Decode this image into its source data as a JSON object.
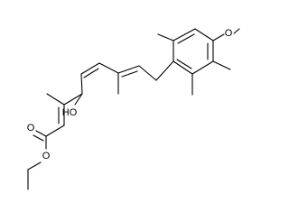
{
  "molecule": {
    "atom_labels": {
      "methoxy_oxygen": "O",
      "hydroxyl": "HO",
      "carbonyl_oxygen": "O",
      "ester_oxygen": "O"
    },
    "colors": {
      "bond": "#000000",
      "label": "#000000",
      "background": "#ffffff"
    }
  }
}
